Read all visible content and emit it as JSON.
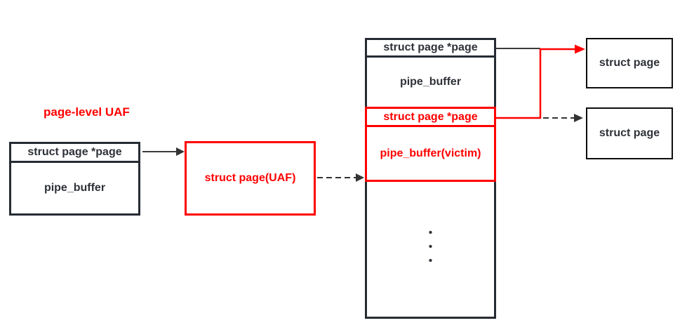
{
  "title": "page-level UAF",
  "colors": {
    "accent_red": "#ff0000",
    "box_border_dark": "#262b33",
    "right_box_border": "#0d0d0d",
    "text_dark": "#2f3238",
    "arrow_dark": "#3a3a3a"
  },
  "left_box": {
    "header": "struct page *page",
    "body": "pipe_buffer"
  },
  "uaf_box": {
    "label": "struct page(UAF)"
  },
  "ring_box": {
    "header": "struct page *page",
    "buffer": "pipe_buffer",
    "victim_header": "struct page *page",
    "victim_body": "pipe_buffer(victim)",
    "dots": [
      "•",
      "•",
      "•"
    ]
  },
  "right_boxes": {
    "top": "struct page",
    "bottom": "struct page"
  }
}
